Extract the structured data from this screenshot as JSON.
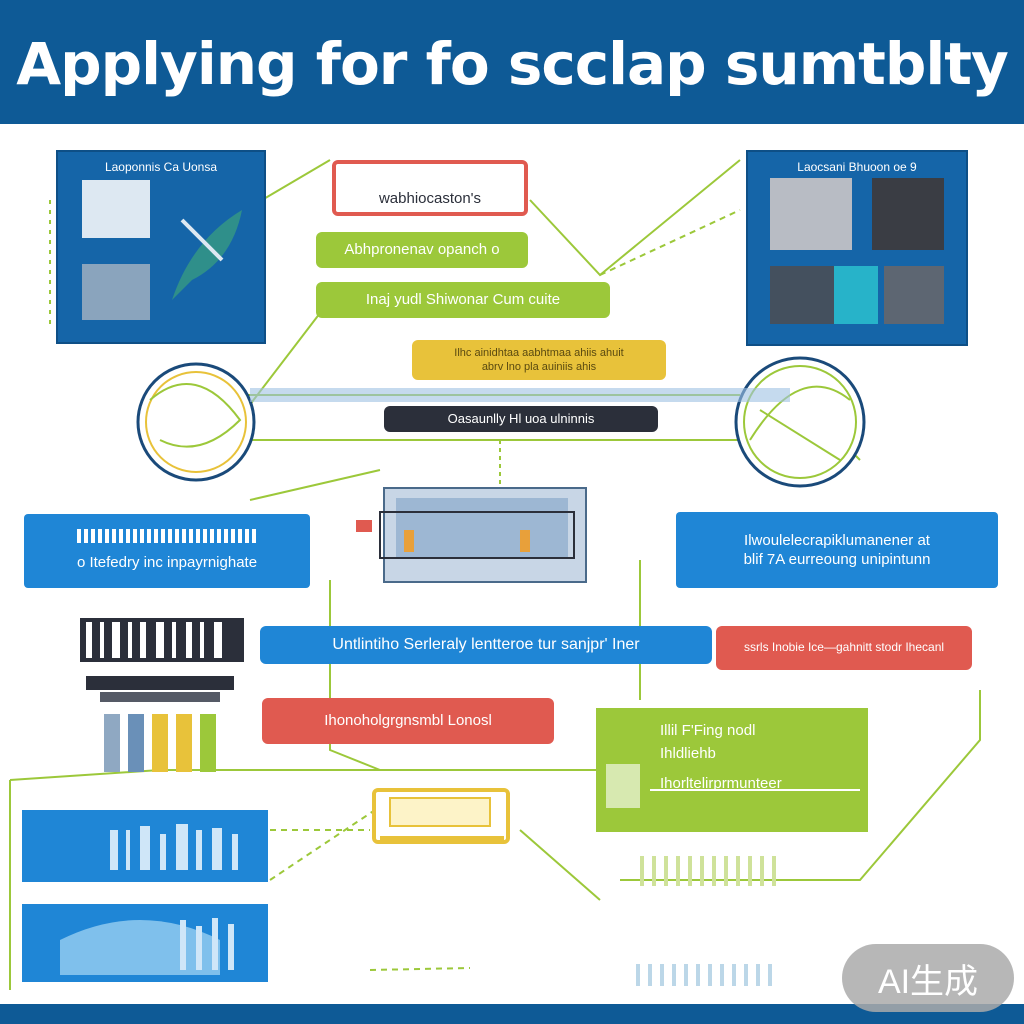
{
  "title": "Applying for fo scclap sumtblty",
  "colors": {
    "navy": "#0e5a96",
    "blue": "#1f86d6",
    "green": "#9cc83a",
    "red": "#e05a50",
    "yellow": "#e8c23a",
    "dark": "#2b2f3a"
  },
  "panels": {
    "left_caption": "Laoponnis Ca Uonsa",
    "right_caption": "Laocsani Bhuoon oe 9"
  },
  "pills": {
    "red_top": "wabhiocaston's",
    "green_1": "Abhpronenav opanch o",
    "green_2": "Inaj yudl Shiwonar Cum cuite",
    "yellow_line1": "Ilhc ainidhtaa aabhtmaa ahiis ahuit",
    "yellow_line2": "abrv lno pla auiniis ahis",
    "dark_bar": "Oasaunlly Hl uoa ulninnis",
    "blue_left": "o Itefedry inc inpayrnighate",
    "blue_right_line1": "Ilwoulelecrapiklumanener at",
    "blue_right_line2": "blif 7A eurreoung unipintunn",
    "blue_long": "Untlintiho Serleraly lentteroe tur sanjpr' Iner",
    "red_long": "ssrls Inobie Ice—gahnitt stodr Ihecanl",
    "red_mid": "Ihonoholgrgnsmbl Lonosl",
    "green_box_line1": "Illil F'Fing nodl",
    "green_box_line2": "Ihldliehb",
    "green_box_line3": "Ihorltelirprmunteer"
  },
  "badge": "AI生成"
}
